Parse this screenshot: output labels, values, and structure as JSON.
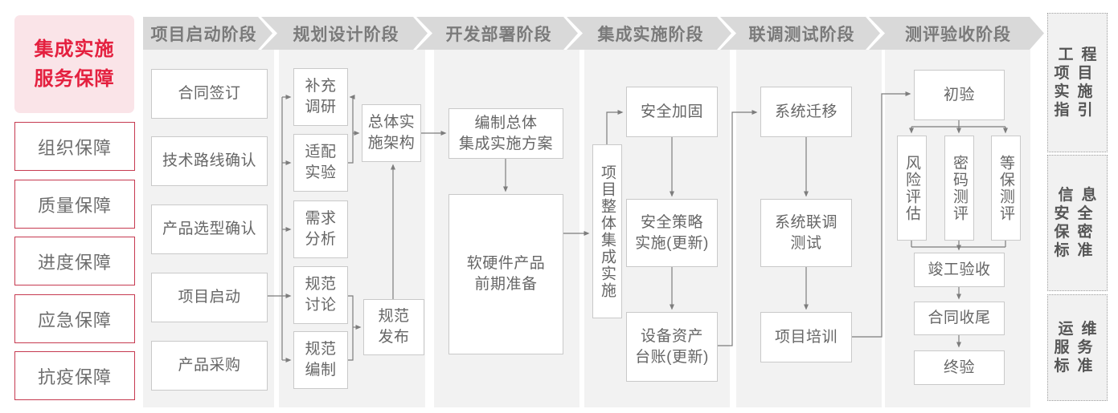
{
  "header": {
    "title": "集成实施\n服务保障"
  },
  "sidebar": {
    "items": [
      {
        "label": "组织保障"
      },
      {
        "label": "质量保障"
      },
      {
        "label": "进度保障"
      },
      {
        "label": "应急保障"
      },
      {
        "label": "抗疫保障"
      }
    ]
  },
  "phases": [
    {
      "label": "项目启动阶段",
      "nodes": [
        {
          "label": "合同签订"
        },
        {
          "label": "技术路线确认"
        },
        {
          "label": "产品选型确认"
        },
        {
          "label": "项目启动"
        },
        {
          "label": "产品采购"
        }
      ]
    },
    {
      "label": "规划设计阶段",
      "nodes": [
        {
          "label": "补充\n调研"
        },
        {
          "label": "适配\n实验"
        },
        {
          "label": "需求\n分析"
        },
        {
          "label": "规范\n讨论"
        },
        {
          "label": "规范\n编制"
        },
        {
          "label": "总体实\n施架构"
        },
        {
          "label": "规范\n发布"
        }
      ]
    },
    {
      "label": "开发部署阶段",
      "nodes": [
        {
          "label": "编制总体\n集成实施方案"
        },
        {
          "label": "软硬件产品\n前期准备"
        }
      ]
    },
    {
      "label": "集成实施阶段",
      "nodes": [
        {
          "label": "项目整体集成实施"
        },
        {
          "label": "安全加固"
        },
        {
          "label": "安全策略\n实施(更新)"
        },
        {
          "label": "设备资产\n台账(更新)"
        }
      ]
    },
    {
      "label": "联调测试阶段",
      "nodes": [
        {
          "label": "系统迁移"
        },
        {
          "label": "系统联调\n测试"
        },
        {
          "label": "项目培训"
        }
      ]
    },
    {
      "label": "测评验收阶段",
      "nodes": [
        {
          "label": "初验"
        },
        {
          "label": "风险评估"
        },
        {
          "label": "密码测评"
        },
        {
          "label": "等保测评"
        },
        {
          "label": "竣工验收"
        },
        {
          "label": "合同收尾"
        },
        {
          "label": "终验"
        }
      ]
    }
  ],
  "standards": [
    {
      "label": "工程\n项目\n实施\n指引"
    },
    {
      "label": "信息\n安全\n保密\n标准"
    },
    {
      "label": "运维\n服务\n标准"
    }
  ],
  "colors": {
    "accent_red": "#e4203f",
    "red_border": "#c63a50",
    "pink_bg": "#fae4e8",
    "banner_bg": "#d9d9d9",
    "panel_bg": "#f2f2f2",
    "line": "#7d7d7d"
  }
}
